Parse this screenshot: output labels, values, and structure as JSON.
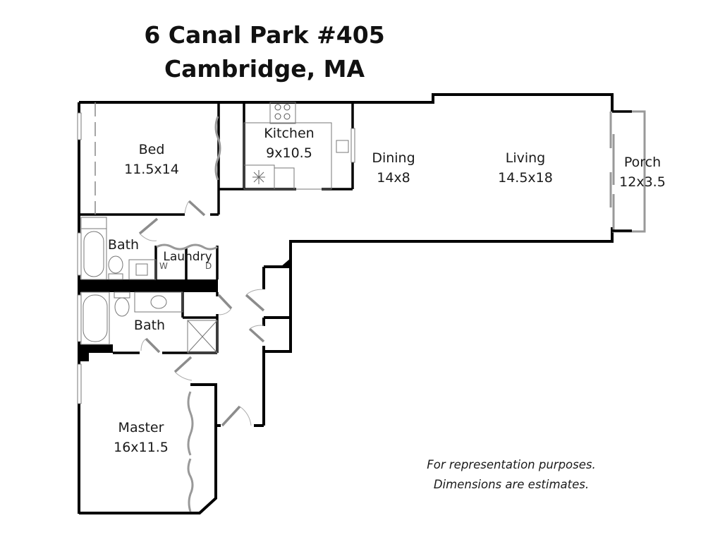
{
  "header": {
    "address_line1": "6 Canal Park #405",
    "address_line2": "Cambridge, MA"
  },
  "rooms": {
    "bed": {
      "name": "Bed",
      "dimensions": "11.5x14"
    },
    "kitchen": {
      "name": "Kitchen",
      "dimensions": "9x10.5"
    },
    "dining": {
      "name": "Dining",
      "dimensions": "14x8"
    },
    "living": {
      "name": "Living",
      "dimensions": "14.5x18"
    },
    "porch": {
      "name": "Porch",
      "dimensions": "12x3.5"
    },
    "bath1": {
      "name": "Bath"
    },
    "laundry": {
      "name": "Laundry",
      "washer": "W",
      "dryer": "D"
    },
    "bath2": {
      "name": "Bath"
    },
    "master": {
      "name": "Master",
      "dimensions": "16x11.5"
    }
  },
  "disclaimer": {
    "line1": "For representation purposes.",
    "line2": "Dimensions are estimates."
  },
  "colors": {
    "wall": "#000000",
    "fixture": "#999999",
    "door": "#8c8c8c",
    "background": "#ffffff"
  }
}
